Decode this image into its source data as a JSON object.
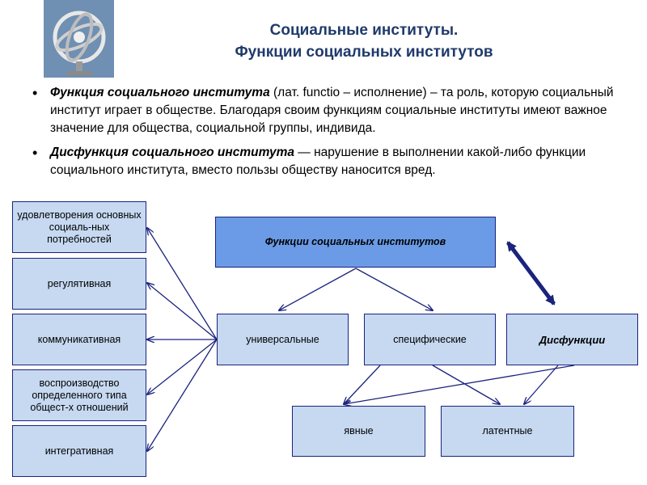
{
  "title": {
    "line1": "Социальные институты.",
    "line2": "Функции социальных институтов"
  },
  "bullets": [
    {
      "term": "Функция социального института",
      "text": " (лат. functio – исполнение) – та роль, которую социальный институт играет в обществе. Благодаря своим функциям социальные институты имеют важное значение для общества, социальной группы, индивида."
    },
    {
      "term": "Дисфункция социального института",
      "text": " — нарушение в выполнении какой-либо функции социального института, вместо пользы обществу наносится вред."
    }
  ],
  "diagram": {
    "main": "Функции социальных институтов",
    "universal": "универсальные",
    "specific": "специфические",
    "dysfunctions": "Дисфункции",
    "explicit": "явные",
    "latent": "латентные",
    "left_boxes": [
      "удовлетворения основных социаль-ных потребностей",
      "регулятивная",
      "коммуникативная",
      "воспроизводство определенного типа общест-х отношений",
      "интегративная"
    ]
  },
  "colors": {
    "title": "#203a6b",
    "box_fill": "#c6d9f1",
    "main_fill": "#6b9be6",
    "border": "#1a237e"
  },
  "icons": {
    "logo": "armillary-sphere-icon"
  }
}
